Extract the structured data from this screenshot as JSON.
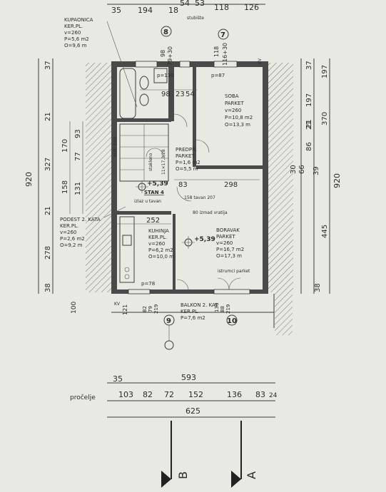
{
  "top_dims": [
    "35",
    "194",
    "18",
    "54",
    "53",
    "118",
    "126"
  ],
  "stubiste": "stubište",
  "axes": {
    "a8": "8",
    "a7": "7",
    "a9": "9",
    "a10": "10"
  },
  "rooms": {
    "kupaonica": [
      "KUPAONICA",
      "KER.PL.",
      "v=260",
      "P=5,6 m2",
      "O=9,6 m"
    ],
    "soba": [
      "SOBA",
      "PARKET",
      "v=260",
      "P=10,8 m2",
      "O=13,3 m"
    ],
    "predprostor": [
      "PREDPR.",
      "PARKET",
      "P=1,6 m2",
      "O=5,5 m"
    ],
    "podest": [
      "PODEST 2. KATA",
      "KER.PL.",
      "v=260",
      "P=2,6 m2",
      "O=9,2 m"
    ],
    "kuhinja": [
      "KUHINJA",
      "KER.PL.",
      "v=260",
      "P=6,2 m2",
      "O=10,0 m"
    ],
    "boravak": [
      "BORAVAK",
      "PARKET",
      "v=260",
      "P=16,7 m2",
      "O=17,3 m"
    ],
    "balkon": [
      "BALKON 2. KAT",
      "KER.PL.",
      "P=7,6 m2"
    ]
  },
  "levels": {
    "stan": "+5,39",
    "stan_label": "STAN 4",
    "boravak": "+5,39"
  },
  "inner": {
    "d98": "98",
    "d23": "23",
    "d54": "54",
    "d83": "83",
    "d298": "298",
    "d252": "252",
    "d170v": "79+30",
    "d116v": "116+30",
    "p130": "p=130",
    "p87": "p=87",
    "p78": "p=78",
    "izlaz": "izlaz u tavan",
    "otvor": "158 tavan 207",
    "sirina": "80 izmad vratija",
    "stepen": "11×17,3/28",
    "kv": "KV",
    "nisko": "niski dole",
    "staklo": "stakleno",
    "istrumci": "istrumci parket",
    "d98b": "98",
    "d118b": "118",
    "d121": "121",
    "d82": "82",
    "d136": "136",
    "d219": "219",
    "d79": "79",
    "d88": "88",
    "d100": "100"
  },
  "left_dims": [
    "920",
    "37",
    "327",
    "170",
    "21",
    "93",
    "77",
    "158",
    "131",
    "21",
    "278",
    "38"
  ],
  "right_dims": [
    "37",
    "197",
    "21",
    "370",
    "86",
    "30",
    "66",
    "21",
    "197",
    "39",
    "920",
    "445",
    "38"
  ],
  "bottom": {
    "row1": [
      "35",
      "593"
    ],
    "procelje": "pročelje",
    "row2": [
      "103",
      "82",
      "72",
      "152",
      "136",
      "83",
      "24"
    ],
    "total": "625"
  },
  "sections": {
    "b": "B",
    "a": "A"
  }
}
